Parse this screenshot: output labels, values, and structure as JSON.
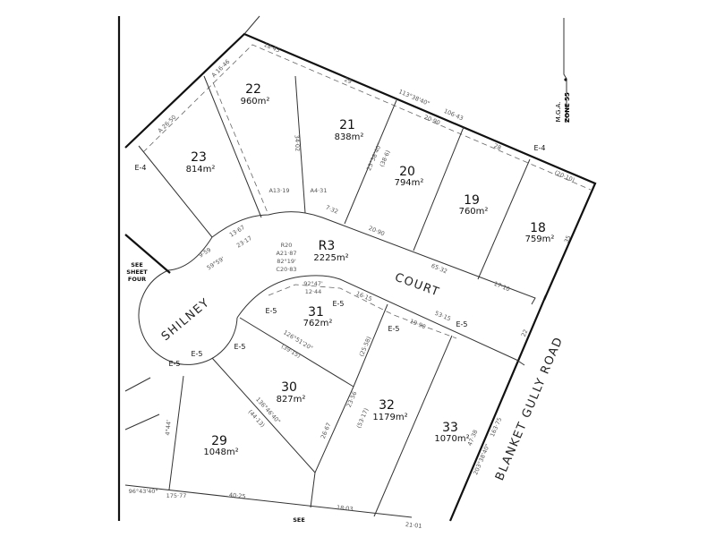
{
  "lots": [
    {
      "number": "22",
      "area": "960m²"
    },
    {
      "number": "21",
      "area": "838m²"
    },
    {
      "number": "23",
      "area": "814m²"
    },
    {
      "number": "20",
      "area": "794m²"
    },
    {
      "number": "19",
      "area": "760m²"
    },
    {
      "number": "18",
      "area": "759m²"
    },
    {
      "number": "R3",
      "area": "2225m²"
    },
    {
      "number": "31",
      "area": "762m²"
    },
    {
      "number": "30",
      "area": "827m²"
    },
    {
      "number": "32",
      "area": "1179m²"
    },
    {
      "number": "33",
      "area": "1070m²"
    },
    {
      "number": "29",
      "area": "1048m²"
    }
  ],
  "streets": {
    "court": "COURT",
    "shilney": "SHILNEY",
    "road": "BLANKET GULLY ROAD"
  },
  "notes": {
    "see_sheet": [
      "SEE",
      "SHEET",
      "FOUR"
    ],
    "see_bottom": "SEE",
    "north_grid": "M.G.A.",
    "zone": "ZONE 55"
  },
  "easements": {
    "e4": "E-4",
    "e5": "E-5"
  },
  "dimensions": {
    "d1": "18·43",
    "d2": "29",
    "d3": "113°38'40\"",
    "d4": "106·43",
    "d5": "20·90",
    "d6": "28",
    "d7": "(20·10)",
    "d8": "23°38'40\"",
    "d9": "(38·6)",
    "d10": "20·90",
    "d11": "65·32",
    "d12": "17·10",
    "d13": "35",
    "d14": "R20",
    "d15": "A21·87",
    "d16": "82°19'",
    "d17": "C20·83",
    "d18": "92°47'",
    "d19": "12·44",
    "d20": "16·15",
    "d21": "53·15",
    "d22": "19·90",
    "d23": "126°51'20\"",
    "d24": "(39·15)",
    "d25": "136°46'40\"",
    "d26": "(44·13)",
    "d27": "26·67",
    "d28": "23·56",
    "d29": "96°43'40\"",
    "d30": "175·77",
    "d31": "40·25",
    "d32": "18·03",
    "d33": "21·01",
    "d34": "47·38",
    "d35": "203°38'40\"",
    "d36": "163·75",
    "d37": "22",
    "d38": "59°59'",
    "d39": "9·59",
    "d40": "13·67",
    "d41": "23·17",
    "d42": "A13·19",
    "d43": "A4·31",
    "d44": "7·32",
    "d45": "34·02",
    "d46": "A 26·50",
    "d47": "A 16·46",
    "d48": "(53·17)",
    "d49": "(25·58)",
    "d50": "4°44'"
  }
}
